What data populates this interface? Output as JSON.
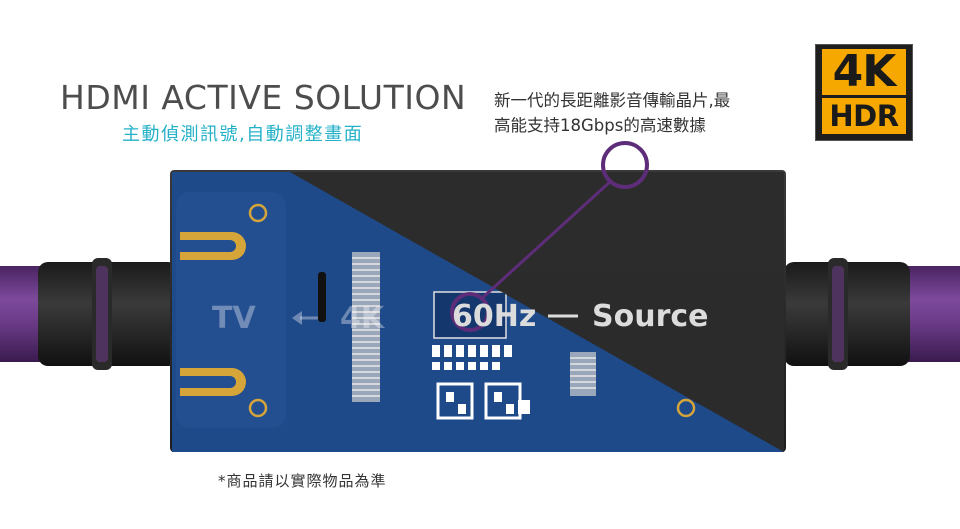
{
  "header": {
    "title": "HDMI ACTIVE SOLUTION",
    "subtitle": "主動偵測訊號,自動調整畫面"
  },
  "chip_callout": {
    "line1": "新一代的長距離影音傳輸晶片,最",
    "line2": "高能支持18Gbps的高速數據"
  },
  "badge": {
    "line1": "4K",
    "line2": "HDR",
    "color": "#f6a800"
  },
  "device": {
    "label_tv": "TV",
    "label_4k": "4K",
    "label_60hz": "60Hz",
    "label_source": "Source",
    "cable_color": "#6a3a86",
    "board_color": "#1f4a8a",
    "callout_color": "#5e2d79"
  },
  "footnote": "*商品請以實際物品為準"
}
